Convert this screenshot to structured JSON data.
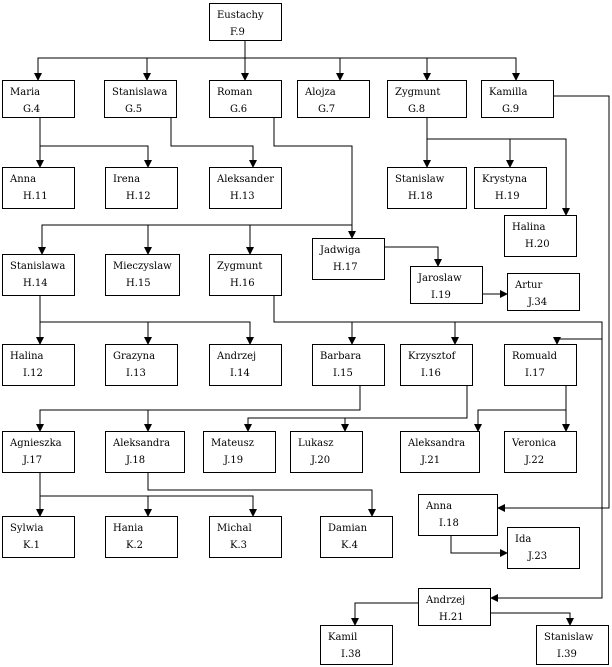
{
  "nodes": [
    {
      "id": "F.9",
      "name": "Eustachy",
      "code": "F.9"
    },
    {
      "id": "G.4",
      "name": "Maria",
      "code": "G.4"
    },
    {
      "id": "G.5",
      "name": "Stanislawa",
      "code": "G.5"
    },
    {
      "id": "G.6",
      "name": "Roman",
      "code": "G.6"
    },
    {
      "id": "G.7",
      "name": "Alojza",
      "code": "G.7"
    },
    {
      "id": "G.8",
      "name": "Zygmunt",
      "code": "G.8"
    },
    {
      "id": "G.9",
      "name": "Kamilla",
      "code": "G.9"
    },
    {
      "id": "H.11",
      "name": "Anna",
      "code": "H.11"
    },
    {
      "id": "H.12",
      "name": "Irena",
      "code": "H.12"
    },
    {
      "id": "H.13",
      "name": "Aleksander",
      "code": "H.13"
    },
    {
      "id": "H.18",
      "name": "Stanislaw",
      "code": "H.18"
    },
    {
      "id": "H.19",
      "name": "Krystyna",
      "code": "H.19"
    },
    {
      "id": "H.20",
      "name": "Halina",
      "code": "H.20"
    },
    {
      "id": "H.17",
      "name": "Jadwiga",
      "code": "H.17"
    },
    {
      "id": "H.14",
      "name": "Stanislawa",
      "code": "H.14"
    },
    {
      "id": "H.15",
      "name": "Mieczyslaw",
      "code": "H.15"
    },
    {
      "id": "H.16",
      "name": "Zygmunt",
      "code": "H.16"
    },
    {
      "id": "I.19",
      "name": "Jaroslaw",
      "code": "I.19"
    },
    {
      "id": "J.34",
      "name": "Artur",
      "code": "J.34"
    },
    {
      "id": "I.12",
      "name": "Halina",
      "code": "I.12"
    },
    {
      "id": "I.13",
      "name": "Grazyna",
      "code": "I.13"
    },
    {
      "id": "I.14",
      "name": "Andrzej",
      "code": "I.14"
    },
    {
      "id": "I.15",
      "name": "Barbara",
      "code": "I.15"
    },
    {
      "id": "I.16",
      "name": "Krzysztof",
      "code": "I.16"
    },
    {
      "id": "I.17",
      "name": "Romuald",
      "code": "I.17"
    },
    {
      "id": "J.17",
      "name": "Agnieszka",
      "code": "J.17"
    },
    {
      "id": "J.18",
      "name": "Aleksandra",
      "code": "J.18"
    },
    {
      "id": "J.19",
      "name": "Mateusz",
      "code": "J.19"
    },
    {
      "id": "J.20",
      "name": "Lukasz",
      "code": "J.20"
    },
    {
      "id": "J.21",
      "name": "Aleksandra",
      "code": "J.21"
    },
    {
      "id": "J.22",
      "name": "Veronica",
      "code": "J.22"
    },
    {
      "id": "I.18",
      "name": "Anna",
      "code": "I.18"
    },
    {
      "id": "J.23",
      "name": "Ida",
      "code": "J.23"
    },
    {
      "id": "K.1",
      "name": "Sylwia",
      "code": "K.1"
    },
    {
      "id": "K.2",
      "name": "Hania",
      "code": "K.2"
    },
    {
      "id": "K.3",
      "name": "Michal",
      "code": "K.3"
    },
    {
      "id": "K.4",
      "name": "Damian",
      "code": "K.4"
    },
    {
      "id": "H.21",
      "name": "Andrzej",
      "code": "H.21"
    },
    {
      "id": "I.38",
      "name": "Kamil",
      "code": "I.38"
    },
    {
      "id": "I.39",
      "name": "Stanislaw",
      "code": "I.39"
    }
  ],
  "edges": [
    {
      "from": "F.9",
      "to": "G.4"
    },
    {
      "from": "F.9",
      "to": "G.5"
    },
    {
      "from": "F.9",
      "to": "G.6"
    },
    {
      "from": "F.9",
      "to": "G.7"
    },
    {
      "from": "F.9",
      "to": "G.8"
    },
    {
      "from": "F.9",
      "to": "G.9"
    },
    {
      "from": "G.4",
      "to": "H.11"
    },
    {
      "from": "G.4",
      "to": "H.12"
    },
    {
      "from": "G.5",
      "to": "H.13"
    },
    {
      "from": "G.6",
      "to": "H.17"
    },
    {
      "from": "G.6",
      "to": "H.14"
    },
    {
      "from": "G.6",
      "to": "H.15"
    },
    {
      "from": "G.6",
      "to": "H.16"
    },
    {
      "from": "G.8",
      "to": "H.18"
    },
    {
      "from": "G.8",
      "to": "H.19"
    },
    {
      "from": "G.8",
      "to": "H.20"
    },
    {
      "from": "G.9",
      "to": "I.18"
    },
    {
      "from": "H.17",
      "to": "I.19"
    },
    {
      "from": "I.19",
      "to": "J.34"
    },
    {
      "from": "H.14",
      "to": "I.12"
    },
    {
      "from": "H.14",
      "to": "I.13"
    },
    {
      "from": "H.14",
      "to": "I.14"
    },
    {
      "from": "H.16",
      "to": "I.15"
    },
    {
      "from": "H.16",
      "to": "I.16"
    },
    {
      "from": "H.16",
      "to": "I.17"
    },
    {
      "from": "H.16",
      "to": "H.21"
    },
    {
      "from": "I.15",
      "to": "J.17"
    },
    {
      "from": "I.15",
      "to": "J.18"
    },
    {
      "from": "I.16",
      "to": "J.19"
    },
    {
      "from": "I.16",
      "to": "J.20"
    },
    {
      "from": "I.17",
      "to": "J.21"
    },
    {
      "from": "I.17",
      "to": "J.22"
    },
    {
      "from": "I.18",
      "to": "J.23"
    },
    {
      "from": "J.17",
      "to": "K.1"
    },
    {
      "from": "J.17",
      "to": "K.2"
    },
    {
      "from": "J.17",
      "to": "K.3"
    },
    {
      "from": "J.18",
      "to": "K.4"
    },
    {
      "from": "H.21",
      "to": "I.38"
    },
    {
      "from": "H.21",
      "to": "I.39"
    }
  ]
}
